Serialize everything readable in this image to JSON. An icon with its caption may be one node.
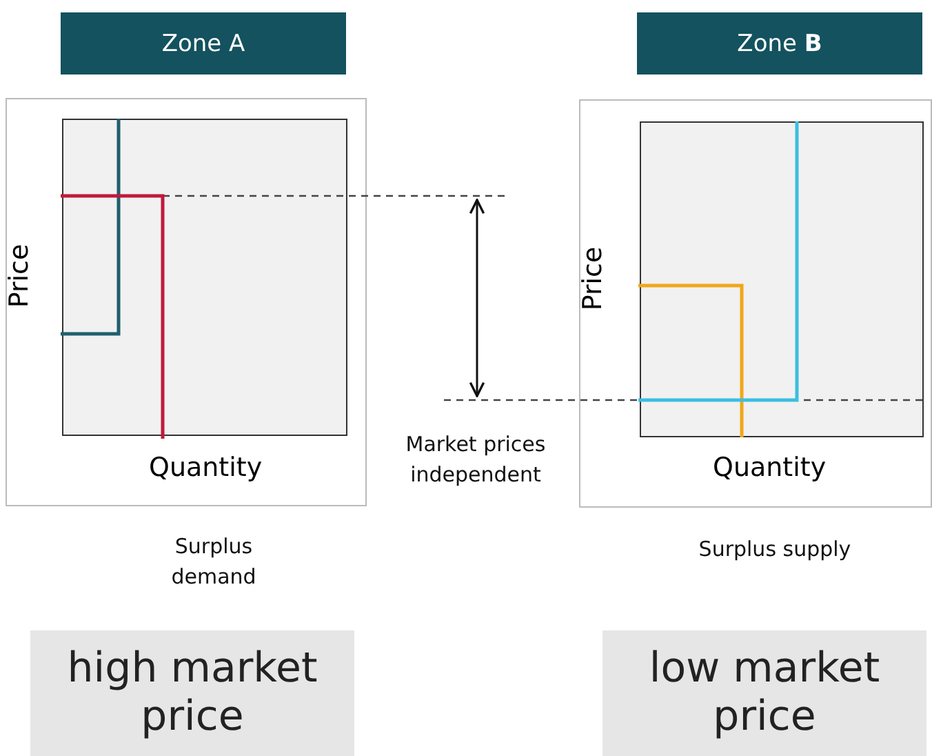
{
  "diagram": {
    "nodes": [
      {
        "text": [
          "Zone A"
        ]
      },
      {
        "text": [
          "Price",
          "Quantity"
        ]
      },
      {
        "text": [
          "Zone **B**"
        ]
      },
      {
        "text": [
          "Price",
          "Quantity"
        ]
      },
      {
        "text": [
          "high market price"
        ]
      },
      {
        "text": [
          "low market price"
        ]
      }
    ],
    "labels": [
      "Market prices independent",
      "Surplus demand",
      "Surplus supply"
    ]
  }
}
